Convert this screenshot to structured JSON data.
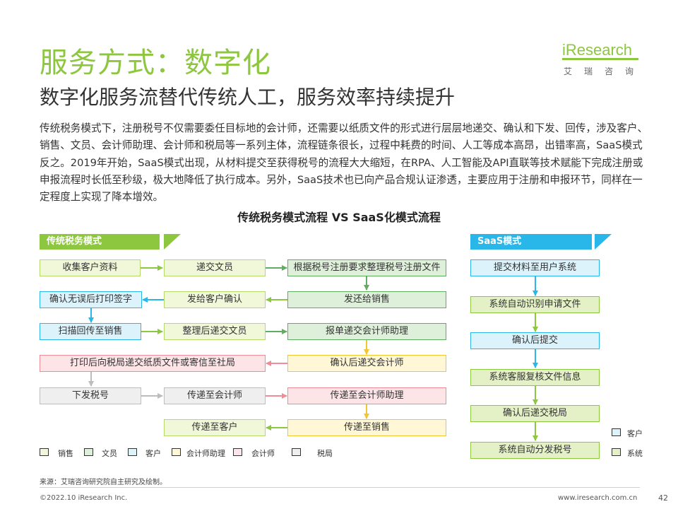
{
  "header": {
    "title": "服务方式：数字化",
    "subtitle": "数字化服务流替代传统人工，服务效率持续提升"
  },
  "logo": {
    "word": "iResearch",
    "chinese": "艾瑞咨询"
  },
  "body_text": "传统税务模式下，注册税号不仅需要委任目标地的会计师，还需要以纸质文件的形式进行层层地递交、确认和下发、回传，涉及客户、销售、文员、会计师助理、会计师和税局等一系列主体，流程链条很长，过程中耗费的时间、人工等成本高昂，出错率高，SaaS模式反之。2019年开始，SaaS模式出现，从材料提交至获得税号的流程大大缩短，在RPA、人工智能及API直联等技术赋能下完成注册或申报流程时长低至秒级，极大地降低了执行成本。另外，SaaS技术也已向产品合规认证渗透，主要应用于注册和申报环节，同样在一定程度上实现了降本增效。",
  "diagram": {
    "title": "传统税务模式流程 VS SaaS化模式流程",
    "traditional": {
      "header": "传统税务模式",
      "steps": {
        "collect": "收集客户资料",
        "submit_docs": "递交文员",
        "organize": "根据税号注册要求整理税号注册文件",
        "return_sales": "发还给销售",
        "send_confirm": "发给客户确认",
        "print_sign": "确认无误后打印签字",
        "scan_return": "扫描回传至销售",
        "organize_submit": "整理后递交文员",
        "report_asst": "报单递交会计师助理",
        "confirm_acct": "确认后递交会计师",
        "print_mail": "打印后向税局递交纸质文件或寄信至社局",
        "issue_tax": "下发税号",
        "to_acct": "传递至会计师",
        "to_asst": "传递至会计师助理",
        "to_client": "传递至客户",
        "to_sales": "传递至销售"
      },
      "legend": [
        {
          "label": "销售",
          "color": "#b5d96a"
        },
        {
          "label": "文员",
          "color": "#5fae5f"
        },
        {
          "label": "客户",
          "color": "#29b6e8"
        },
        {
          "label": "会计师助理",
          "color": "#f2c62f"
        },
        {
          "label": "会计师",
          "color": "#ef8c97"
        },
        {
          "label": "税局",
          "color": "#bdbdbd"
        }
      ]
    },
    "saas": {
      "header": "SaaS模式",
      "steps": [
        {
          "label": "提交材料至用户系统",
          "role": "client"
        },
        {
          "label": "系统自动识别申请文件",
          "role": "system"
        },
        {
          "label": "确认后提交",
          "role": "client"
        },
        {
          "label": "系统客服复核文件信息",
          "role": "system"
        },
        {
          "label": "确认后递交税局",
          "role": "system"
        },
        {
          "label": "系统自动分发税号",
          "role": "system"
        }
      ],
      "legend": [
        {
          "label": "客户",
          "color": "#29b6e8"
        },
        {
          "label": "系统",
          "color": "#8dc63f"
        }
      ]
    }
  },
  "source": "来源：艾瑞咨询研究院自主研究及绘制。",
  "footer": {
    "copyright": "©2022.10 iResearch Inc.",
    "url": "www.iresearch.com.cn",
    "page": "42"
  },
  "colors": {
    "accent_green": "#8dc63f",
    "accent_blue": "#29b6e8"
  }
}
